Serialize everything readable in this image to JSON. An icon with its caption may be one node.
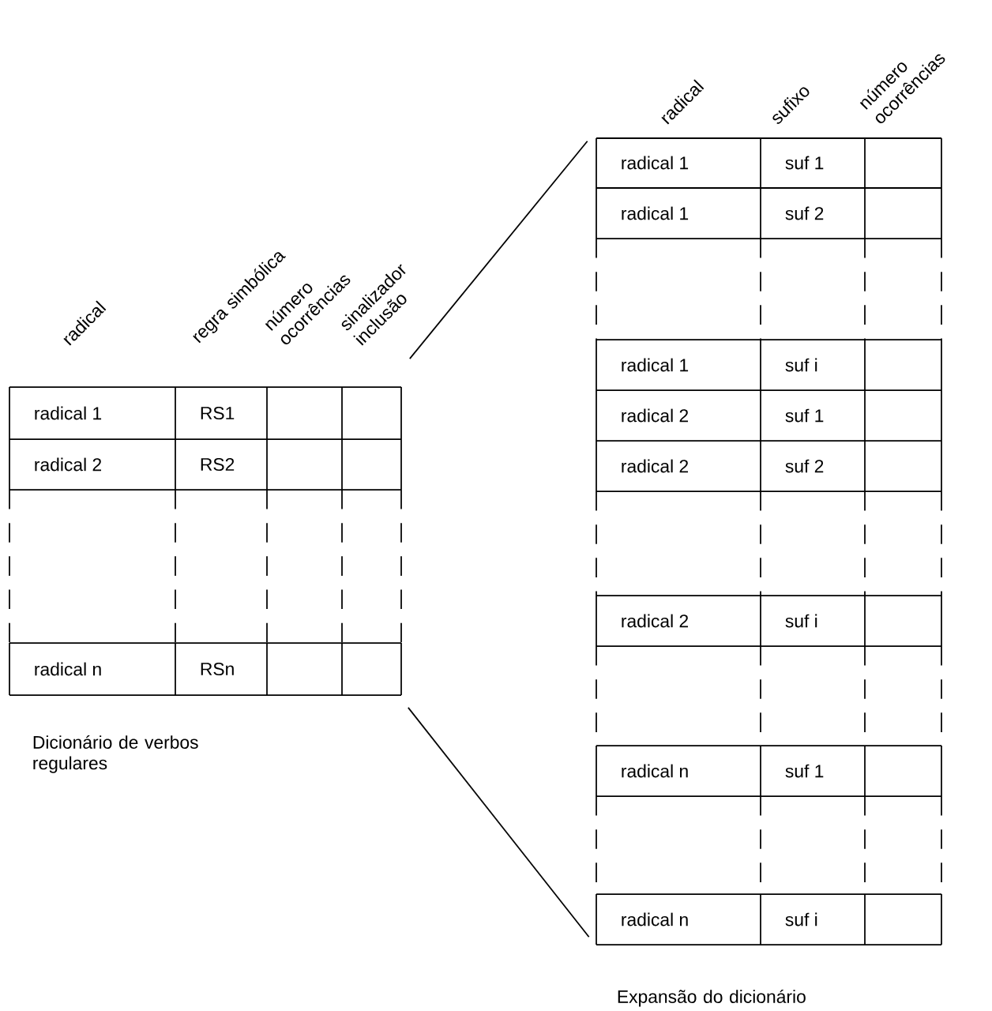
{
  "diagram": {
    "nodes": [
      {
        "text": [
          "Dicionário de verbos regulares"
        ]
      },
      {
        "text": [
          "Expansão do dicionário"
        ]
      }
    ],
    "edges": [
      {
        "from": 0,
        "to": 1,
        "arrow": "none"
      },
      {
        "from": 0,
        "to": 1,
        "arrow": "none"
      }
    ],
    "labels": [
      "radical",
      "regra simbólica",
      "número ocorrências",
      "sinalizador inclusão",
      "radical 1",
      "RS1",
      "radical 2",
      "RS2",
      "radical n",
      "RSn",
      "radical",
      "sufixo",
      "número ocorrências",
      "radical 1",
      "suf 1",
      "radical 1",
      "suf 2",
      "radical 1",
      "suf i",
      "radical 2",
      "suf 1",
      "radical 2",
      "suf 2",
      "radical 2",
      "suf i",
      "radical n",
      "suf 1",
      "radical n",
      "suf i"
    ]
  }
}
